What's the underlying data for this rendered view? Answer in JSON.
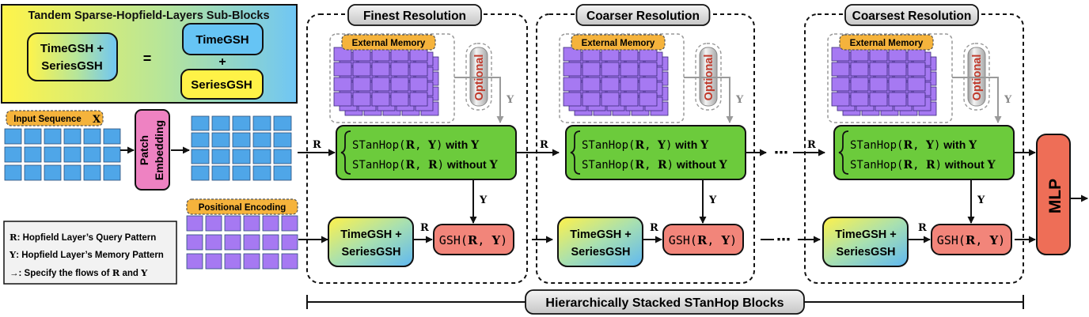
{
  "legend_block": {
    "title": "Tandem Sparse-Hopfield-Layers Sub-Blocks",
    "left_line1": "TimeGSH +",
    "left_line2": "SeriesGSH",
    "equals": "=",
    "top": "TimeGSH",
    "plus": "+",
    "bottom": "SeriesGSH"
  },
  "input": {
    "label": "Input Sequence",
    "var": "X"
  },
  "patch": {
    "line1": "Patch",
    "line2": "Embedding"
  },
  "positional": {
    "label": "Positional Encoding"
  },
  "notes": {
    "r_sym": "R",
    "r_text": ": Hopfield Layer’s Query Pattern",
    "y_sym": "Y",
    "y_text": ": Hopfield Layer’s Memory Pattern",
    "arrow_sym": "→",
    "arrow_text": ": Specify the flows of",
    "and": "and"
  },
  "blocks": [
    {
      "title": "Finest Resolution"
    },
    {
      "title": "Coarser Resolution"
    },
    {
      "title": "Coarsest Resolution"
    }
  ],
  "memory": {
    "label": "External Memory",
    "optional": "Optional"
  },
  "stanhop": {
    "op": "STanHop(",
    "r": "R",
    "comma": ", ",
    "y": "Y",
    "close": ")",
    "with": " with ",
    "without": " without "
  },
  "gsh": {
    "op": "GSH(",
    "r": "R",
    "comma": ", ",
    "y": "Y",
    "close": ")"
  },
  "tgsh": {
    "line1": "TimeGSH +",
    "line2": "SeriesGSH"
  },
  "flow": {
    "r": "R",
    "y": "Y",
    "ellipsis": "⋯"
  },
  "mlp": {
    "label": "MLP"
  },
  "bottom": {
    "label": "Hierarchically Stacked STanHop Blocks"
  },
  "colors": {
    "green": "#6CCB3C",
    "salmon": "#F2857A",
    "pink": "#EE82C2",
    "blue_cell": "#4FA6E8",
    "purple_cell": "#A679F2",
    "mlp": "#EE6E57",
    "yellow": "#FFF247",
    "sky": "#66C4F4",
    "tag_orange": "#F5B33C"
  }
}
